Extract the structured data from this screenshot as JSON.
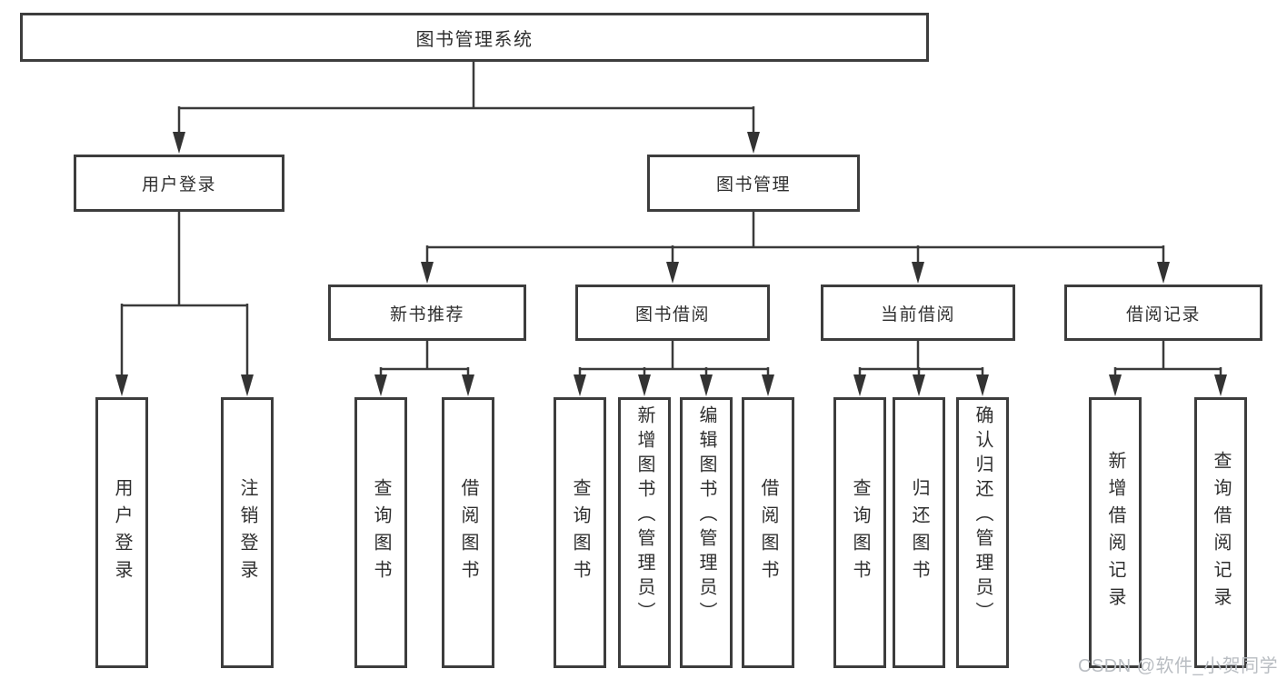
{
  "colors": {
    "line": "#3a3a3a",
    "arrow": "#333333",
    "box_border": "#3d3d3d",
    "box_fill": "#ffffff",
    "text": "#2f2f2f",
    "watermark": "#b9bdc2"
  },
  "watermark": "CSDN @软件_小贺同学",
  "tree": {
    "root": {
      "label": "图书管理系统",
      "children": {
        "user_login": {
          "label": "用户登录",
          "children": {
            "login": "用户登录",
            "logout": "注销登录"
          }
        },
        "book_mgmt": {
          "label": "图书管理",
          "children": {
            "new_book_rec": {
              "label": "新书推荐",
              "children": {
                "query": "查询图书",
                "borrow": "借阅图书"
              }
            },
            "book_borrow": {
              "label": "图书借阅",
              "children": {
                "query": "查询图书",
                "add": "新增图书（管理员）",
                "edit": "编辑图书（管理员）",
                "borrow": "借阅图书"
              }
            },
            "current_borrow": {
              "label": "当前借阅",
              "children": {
                "query": "查询图书",
                "return": "归还图书",
                "confirm": "确认归还（管理员）"
              }
            },
            "borrow_record": {
              "label": "借阅记录",
              "children": {
                "add": "新增借阅记录",
                "query": "查询借阅记录"
              }
            }
          }
        }
      }
    }
  }
}
